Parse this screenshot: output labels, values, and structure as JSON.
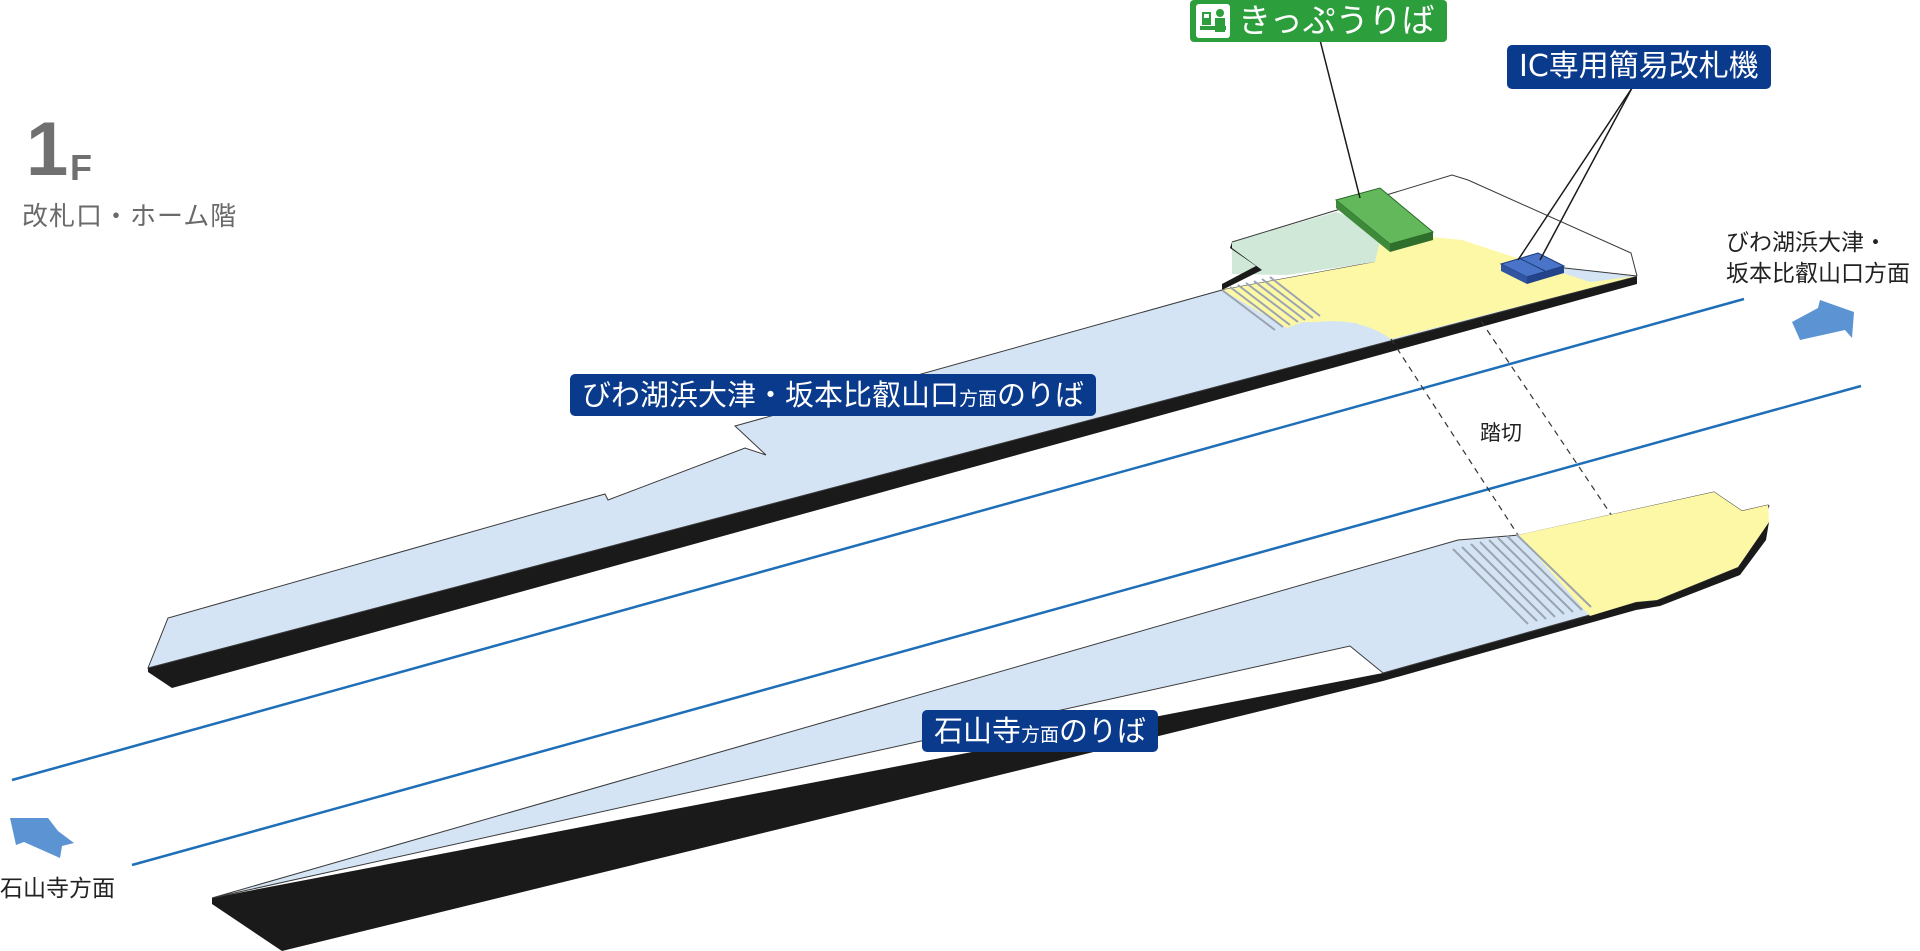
{
  "floor": {
    "number": "1",
    "unit": "F",
    "description": "改札口・ホーム階"
  },
  "directions": {
    "upper_right_line1": "びわ湖浜大津・",
    "upper_right_line2": "坂本比叡山口方面",
    "lower_left": "石山寺方面"
  },
  "platforms": {
    "upper": {
      "label_main": "びわ湖浜大津・坂本比叡山口",
      "label_small": "方面",
      "label_end": "のりば"
    },
    "lower": {
      "label_main": "石山寺",
      "label_small": "方面",
      "label_end": "のりば"
    }
  },
  "facilities": {
    "ticket_office": "きっぷうりば",
    "ic_gate": "IC専用簡易改札機",
    "crossing": "踏切",
    "ticket_icon": "ticket-counter-icon"
  },
  "colors": {
    "platform": "#d4e4f4",
    "concourse": "#fdf8a6",
    "ticket_area": "#cfe8d8",
    "ticket_box": "#62b85a",
    "ic_gate": "#4a74c8",
    "track": "#1f6fb8",
    "arrow": "#5b93d3",
    "label_bg": "#0a3a8c",
    "ticket_label_bg": "#2c9e3c"
  }
}
